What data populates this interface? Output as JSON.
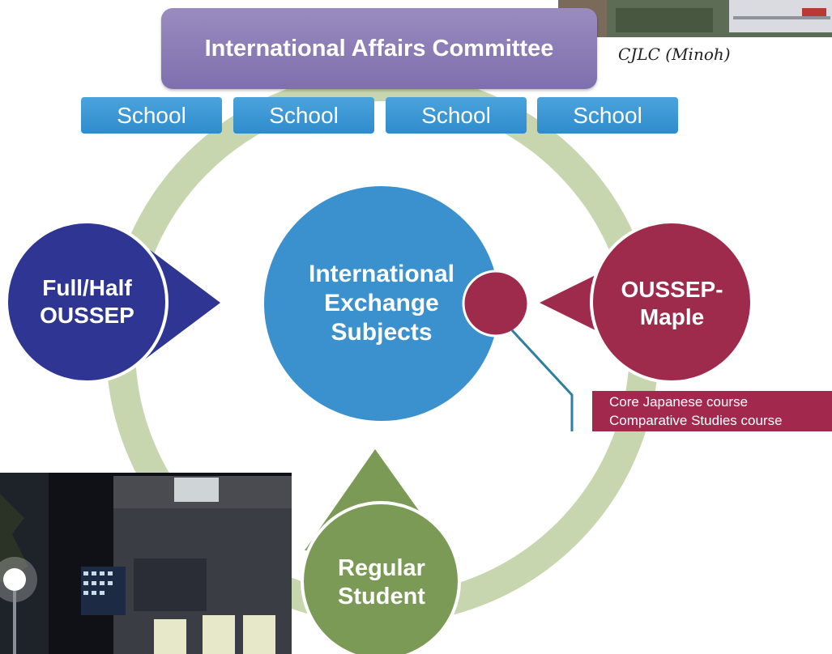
{
  "committee": {
    "label": "International Affairs Committee"
  },
  "schools": [
    "School",
    "School",
    "School",
    "School"
  ],
  "photo_caption": "CJLC (Minoh)",
  "center": {
    "label_lines": [
      "International",
      "Exchange",
      "Subjects"
    ]
  },
  "left_node": {
    "label_lines": [
      "Full/Half",
      "OUSSEP"
    ]
  },
  "right_node": {
    "label_lines": [
      "OUSSEP-",
      "Maple"
    ]
  },
  "bottom_node": {
    "label_lines": [
      "Regular",
      "Student"
    ]
  },
  "courses": [
    "Core Japanese course",
    "Comparative Studies course"
  ],
  "colors": {
    "committee": "#8a7bb6",
    "school": "#3a96d4",
    "center": "#3a91cd",
    "left_node": "#2e3592",
    "right_node": "#9e2a4c",
    "bottom_node": "#7b9a55",
    "ring": "#c8d6b0",
    "connector": "#2e7fa0"
  }
}
